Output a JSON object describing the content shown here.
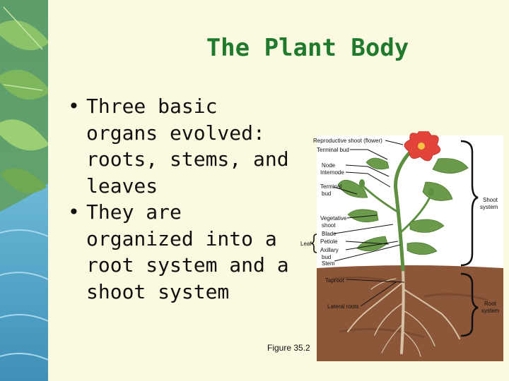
{
  "slide": {
    "title": "The Plant Body",
    "bullets": [
      "Three basic organs evolved: roots, stems, and leaves",
      "They are organized into a root system and a shoot system"
    ],
    "bullet_glyph": "•"
  },
  "figure": {
    "caption": "Figure 35.2",
    "labels": {
      "reproductive_shoot": "Reproductive shoot (flower)",
      "terminal_bud_top": "Terminal bud",
      "node": "Node",
      "internode": "Internode",
      "terminal_bud_side_1": "Terminal",
      "terminal_bud_side_2": "bud",
      "vegetative_shoot_1": "Vegetative",
      "vegetative_shoot_2": "shoot",
      "leaf": "Leaf",
      "blade": "Blade",
      "petiole": "Petiole",
      "axillary_1": "Axillary",
      "axillary_2": "bud",
      "stem": "Stem",
      "taproot": "Taproot",
      "lateral_roots": "Lateral roots",
      "shoot_system_1": "Shoot",
      "shoot_system_2": "system",
      "root_system_1": "Root",
      "root_system_2": "system"
    }
  },
  "colors": {
    "background": "#fbf9df",
    "title": "#1f7a2e",
    "soil": "#8c5638",
    "flower": "#e2443a",
    "leaf": "#6a9a4a"
  }
}
